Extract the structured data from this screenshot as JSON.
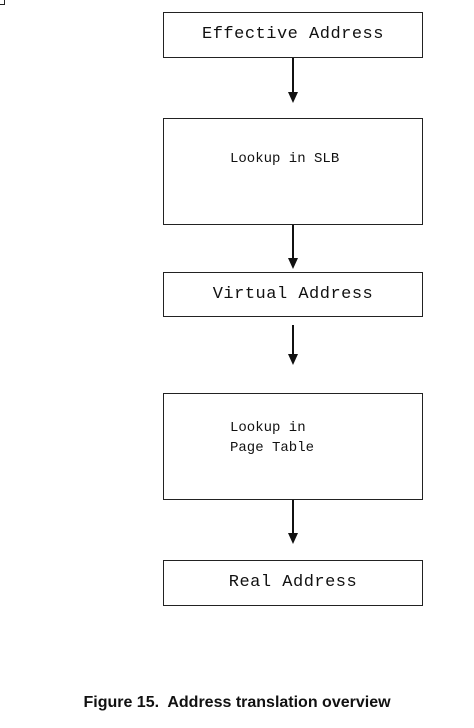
{
  "diagram": {
    "boxes": {
      "effective_address": "Effective Address",
      "lookup_slb": "Lookup in SLB",
      "virtual_address": "Virtual Address",
      "lookup_page_table_line1": "Lookup in",
      "lookup_page_table_line2": "Page Table",
      "real_address": "Real Address"
    },
    "caption": "Figure 15.  Address translation overview"
  }
}
